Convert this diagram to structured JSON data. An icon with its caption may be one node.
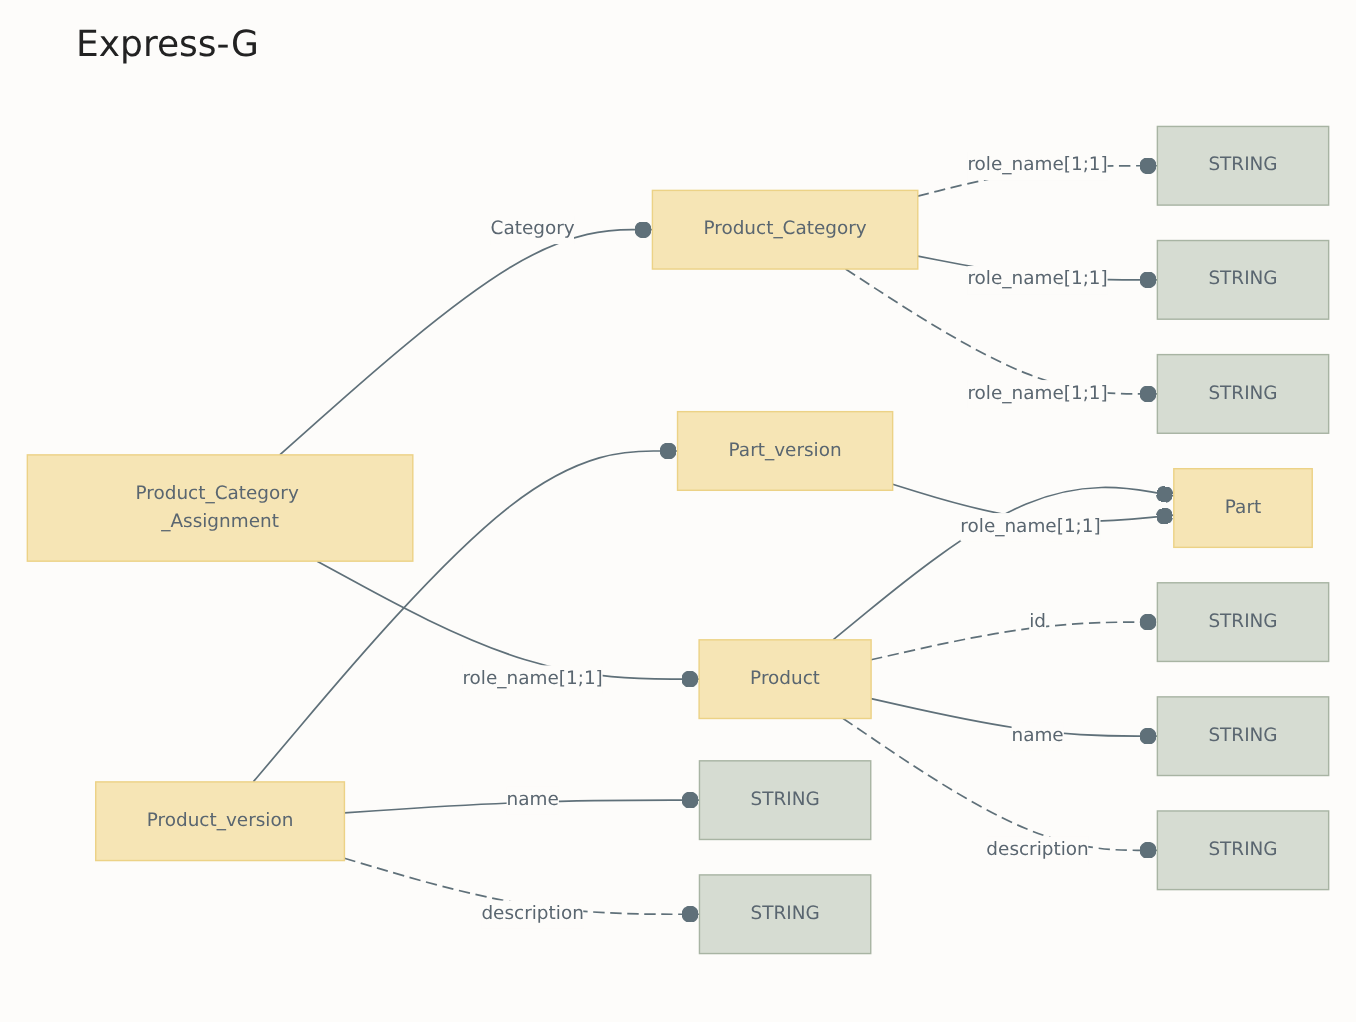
{
  "diagram": {
    "title": "Express-G",
    "nodes": [
      {
        "text": [
          "Product_Category _Assignment"
        ]
      },
      {
        "text": [
          "Product_Category"
        ]
      },
      {
        "text": [
          "STRING"
        ]
      },
      {
        "text": [
          "STRING"
        ]
      },
      {
        "text": [
          "STRING"
        ]
      },
      {
        "text": [
          "Part"
        ]
      },
      {
        "text": [
          "Product"
        ]
      },
      {
        "text": [
          "STRING"
        ]
      },
      {
        "text": [
          "STRING"
        ]
      },
      {
        "text": [
          "STRING"
        ]
      },
      {
        "text": [
          "Part_version"
        ]
      },
      {
        "text": [
          "Product_version"
        ]
      },
      {
        "text": [
          "STRING"
        ]
      },
      {
        "text": [
          "STRING"
        ]
      }
    ],
    "edges": [
      {
        "from": 0,
        "to": 1,
        "arrow": "other",
        "label": "Category"
      },
      {
        "from": 1,
        "to": 2,
        "arrow": "other",
        "label": "role_name[1;1]",
        "style": "dashed"
      },
      {
        "from": 1,
        "to": 3,
        "arrow": "other",
        "label": "role_name[1;1]"
      },
      {
        "from": 1,
        "to": 4,
        "arrow": "other",
        "label": "role_name[1;1]",
        "style": "dashed"
      },
      {
        "from": 0,
        "to": 6,
        "arrow": "other",
        "label": "role_name[1;1]"
      },
      {
        "from": 6,
        "to": 5,
        "arrow": "other"
      },
      {
        "from": 6,
        "to": 7,
        "arrow": "other",
        "label": "id",
        "style": "dashed"
      },
      {
        "from": 6,
        "to": 8,
        "arrow": "other",
        "label": "name"
      },
      {
        "from": 6,
        "to": 9,
        "arrow": "other",
        "label": "description",
        "style": "dashed"
      },
      {
        "from": 10,
        "to": 5,
        "arrow": "other",
        "label": "role_name[1;1]"
      },
      {
        "from": 11,
        "to": 10,
        "arrow": "other"
      },
      {
        "from": 11,
        "to": 12,
        "arrow": "other",
        "label": "name"
      },
      {
        "from": 11,
        "to": 13,
        "arrow": "other",
        "label": "description",
        "style": "dashed"
      }
    ]
  }
}
